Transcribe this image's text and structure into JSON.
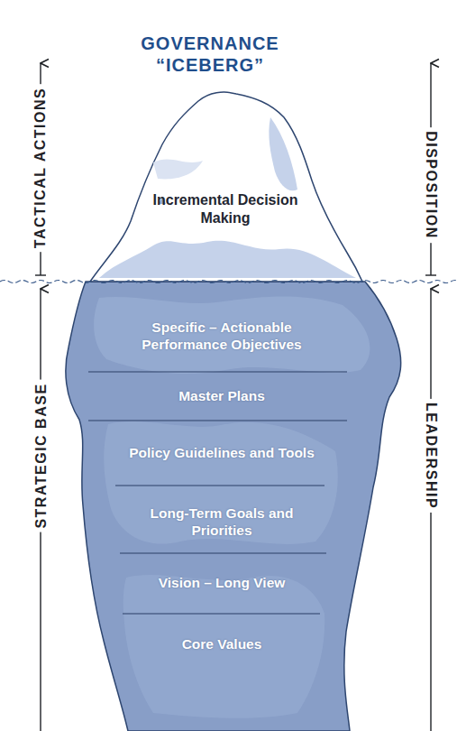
{
  "diagram": {
    "title": "GOVERNANCE “ICEBERG”",
    "nodes": [
      {
        "text": [
          "Incremental Decision Making"
        ]
      },
      {
        "text": [
          "Specific – Actionable Performance Objectives"
        ]
      },
      {
        "text": [
          "Master Plans"
        ]
      },
      {
        "text": [
          "Policy Guidelines and Tools"
        ]
      },
      {
        "text": [
          "Long-Term Goals and Priorities"
        ]
      },
      {
        "text": [
          "Vision – Long View"
        ]
      },
      {
        "text": [
          "Core Values"
        ]
      }
    ],
    "labels": [
      "TACTICAL ACTIONS",
      "STRATEGIC BASE",
      "DISPOSITION",
      "LEADERSHIP"
    ]
  }
}
